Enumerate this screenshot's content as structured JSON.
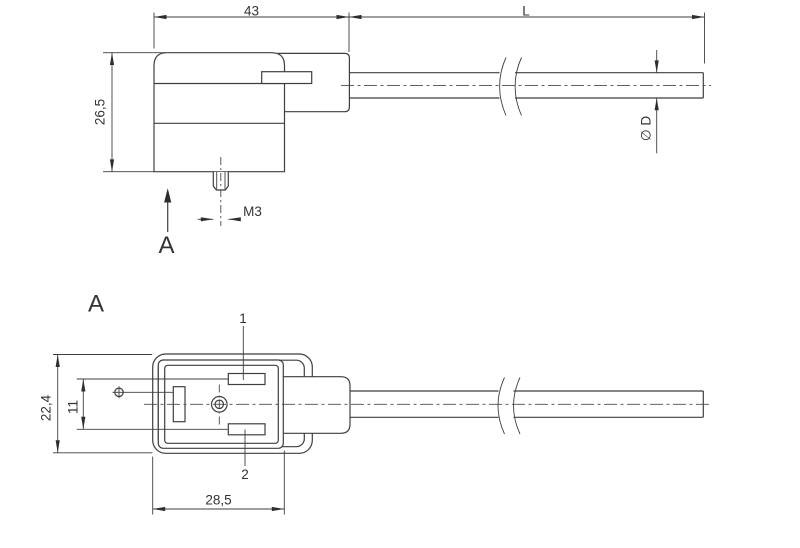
{
  "drawing": {
    "side_view": {
      "dim_body_width": "43",
      "dim_cable_length": "L",
      "dim_body_height": "26,5",
      "dim_thread": "M3",
      "dim_cable_diameter": "∅ D",
      "view_arrow_label": "A"
    },
    "front_view": {
      "title": "A",
      "pin1_label": "1",
      "pin2_label": "2",
      "dim_height": "22,4",
      "dim_pin_spacing": "11",
      "dim_width": "28,5"
    },
    "colors": {
      "line": "#3f3f3f",
      "text": "#333333",
      "background": "#ffffff"
    }
  }
}
